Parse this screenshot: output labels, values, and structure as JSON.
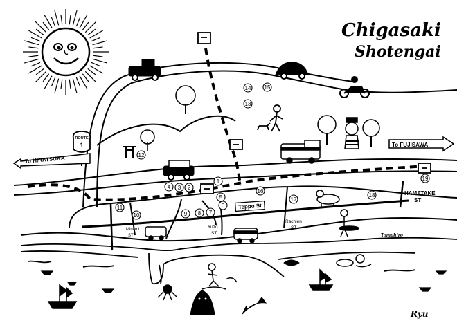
{
  "title": {
    "line1": "Chigasaki",
    "line2": "Shotengai"
  },
  "signature": "Ryu",
  "corner_mark": "Tomohiro",
  "directions": {
    "west": "To HIRATSUKA",
    "east": "To FUJISAWA"
  },
  "route_sign": {
    "top": "ROUTE",
    "number": "1"
  },
  "streets": [
    {
      "id": "teppo",
      "label": "Teppo St"
    },
    {
      "id": "hamatake",
      "line1": "HAMATAKE",
      "line2": "ST"
    },
    {
      "id": "rachien",
      "line1": "Rachien",
      "line2": "ST"
    },
    {
      "id": "yuzo",
      "line1": "Yuzo",
      "line2": "ST"
    },
    {
      "id": "minami",
      "line1": "Minami",
      "line2": "ST"
    }
  ],
  "markers": [
    {
      "n": "1"
    },
    {
      "n": "2"
    },
    {
      "n": "3"
    },
    {
      "n": "4"
    },
    {
      "n": "5"
    },
    {
      "n": "6"
    },
    {
      "n": "7"
    },
    {
      "n": "8"
    },
    {
      "n": "9"
    },
    {
      "n": "10"
    },
    {
      "n": "11"
    },
    {
      "n": "12"
    },
    {
      "n": "13"
    },
    {
      "n": "14"
    },
    {
      "n": "15"
    },
    {
      "n": "16"
    },
    {
      "n": "17"
    },
    {
      "n": "18"
    },
    {
      "n": "19"
    }
  ]
}
